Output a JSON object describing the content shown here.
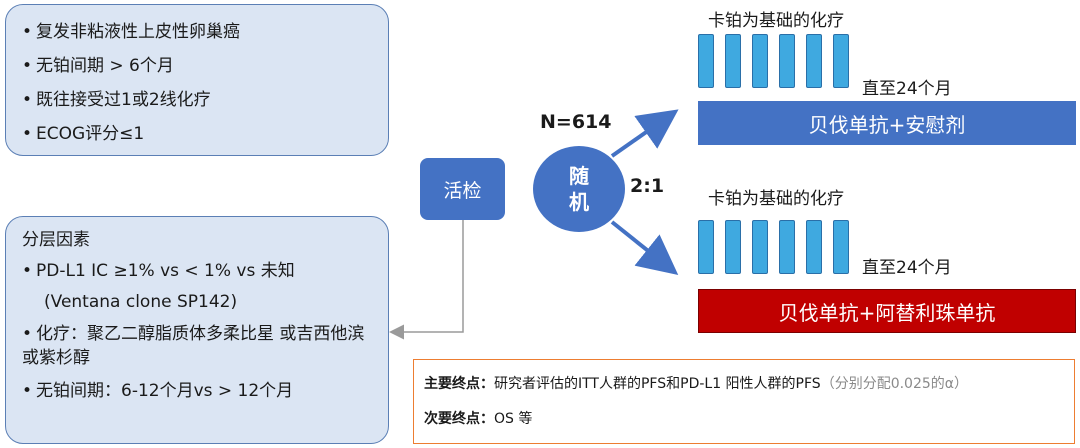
{
  "eligibility": {
    "items": [
      "复发非粘液性上皮性卵巢癌",
      "无铂间期 > 6个月",
      "既往接受过1或2线化疗",
      "ECOG评分≤1"
    ]
  },
  "stratification": {
    "title": "分层因素",
    "pdl1": "PD-L1 IC ≥1% vs < 1% vs 未知",
    "pdl1_clone": "(Ventana clone SP142)",
    "chemo": "化疗：聚乙二醇脂质体多柔比星 或吉西他滨 或紫杉醇",
    "pfi": "无铂间期：6-12个月vs  > 12个月"
  },
  "biopsy": "活检",
  "randomization": {
    "line1": "随",
    "line2": "机",
    "n": "N=614",
    "ratio": "2:1"
  },
  "arm1": {
    "regimen_title": "卡铂为基础的化疗",
    "duration": "直至24个月",
    "label": "贝伐单抗+安慰剂",
    "color": "#4472c4"
  },
  "arm2": {
    "regimen_title": "卡铂为基础的化疗",
    "duration": "直至24个月",
    "label": "贝伐单抗+阿替利珠单抗",
    "color": "#c00000"
  },
  "endpoints": {
    "primary_label": "主要终点：",
    "primary_text": "研究者评估的ITT人群的PFS和PD-L1 阳性人群的PFS",
    "primary_note": "（分别分配0.025的α）",
    "secondary_label": "次要终点：",
    "secondary_text": "OS 等"
  }
}
